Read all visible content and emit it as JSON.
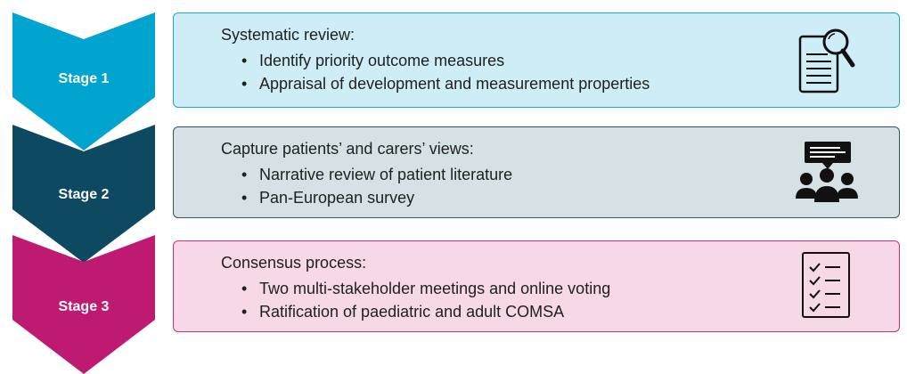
{
  "stages": [
    {
      "label": "Stage 1",
      "color": "#00a4cf",
      "box_bg": "#cfedf6",
      "box_border": "#19a8cf",
      "title": "Systematic review:",
      "bullets": [
        "Identify priority outcome measures",
        "Appraisal of development and measurement properties"
      ],
      "icon": "document-magnifier-icon"
    },
    {
      "label": "Stage 2",
      "color": "#0d4a61",
      "box_bg": "#d5e1e4",
      "box_border": "#255a6e",
      "title": "Capture patients’ and carers’ views:",
      "bullets": [
        "Narrative review of patient literature",
        "Pan-European survey"
      ],
      "icon": "speech-bubble-group-icon"
    },
    {
      "label": "Stage 3",
      "color": "#bf1a72",
      "box_bg": "#f6d8e6",
      "box_border": "#c8347e",
      "title": "Consensus process:",
      "bullets": [
        "Two multi-stakeholder meetings and online voting",
        "Ratification of paediatric and adult COMSA"
      ],
      "icon": "checklist-icon"
    }
  ]
}
